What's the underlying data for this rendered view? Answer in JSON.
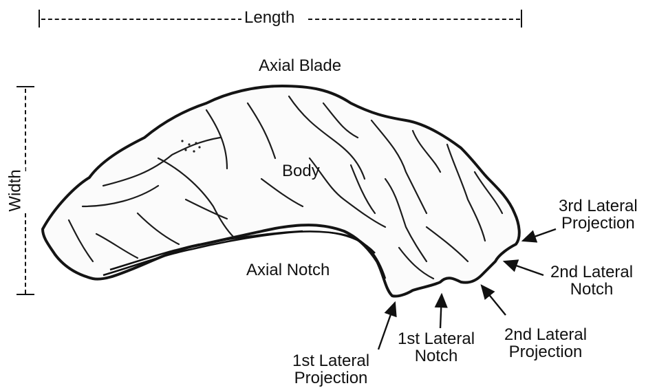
{
  "measurements": {
    "length_label": "Length",
    "width_label": "Width"
  },
  "parts": {
    "axial_blade": "Axial Blade",
    "body": "Body",
    "axial_notch": "Axial Notch",
    "lateral_projection_1": [
      "1st Lateral",
      "Projection"
    ],
    "lateral_notch_1": [
      "1st Lateral",
      "Notch"
    ],
    "lateral_projection_2": [
      "2nd Lateral",
      "Projection"
    ],
    "lateral_notch_2": [
      "2nd Lateral",
      "Notch"
    ],
    "lateral_projection_3": [
      "3rd Lateral",
      "Projection"
    ]
  }
}
